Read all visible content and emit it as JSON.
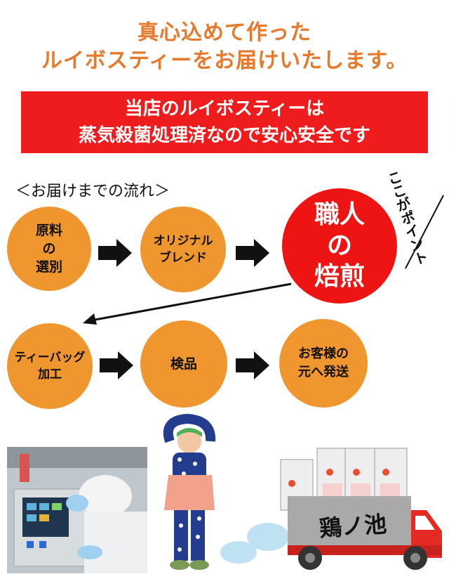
{
  "headline": {
    "line1": "真心込めて作った",
    "line2": "ルイボスティーをお届けいたします。"
  },
  "banner": {
    "line1": "当店のルイボスティーは",
    "line2": "蒸気殺菌処理済なので安心安全です"
  },
  "flow": {
    "title": "＜お届けまでの流れ＞",
    "steps": [
      "原料\nの\n選別",
      "オリジナル\nブレンド",
      "職人\nの\n焙煎",
      "ティーバッグ\n加工",
      "検品",
      "お客様の\n元へ発送"
    ],
    "point_label": "ここがポイント"
  },
  "truck": {
    "sign": "鶏ノ池"
  },
  "colors": {
    "headline": "#e8782a",
    "banner": "#ee1c1c",
    "step_circle": "#f0962f",
    "highlight_circle": "#ee1414",
    "truck_red": "#e42a22"
  }
}
